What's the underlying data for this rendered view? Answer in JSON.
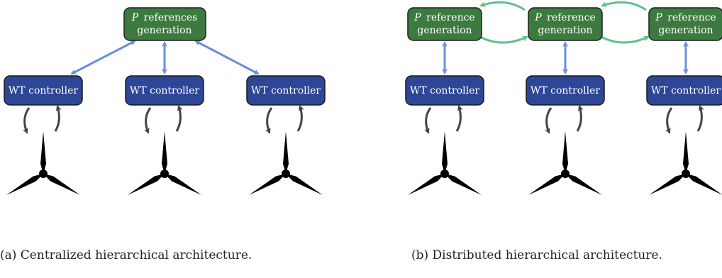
{
  "colors": {
    "gen_fill": "#3d7a3f",
    "ctrl_fill": "#2e4696",
    "comm_arrow": "#6a8fdb",
    "peer_arrow": "#5fbf8c",
    "feedback_arrow": "#444444",
    "turbine": "#000000"
  },
  "panel_a": {
    "caption": "(a) Centralized hierarchical architecture.",
    "generator": {
      "symbol": "P",
      "line1": "references",
      "line2": "generation"
    },
    "controllers": [
      "WT controller",
      "WT controller",
      "WT controller"
    ]
  },
  "panel_b": {
    "caption": "(b) Distributed hierarchical architecture.",
    "generators": [
      {
        "symbol": "P",
        "line1": "reference",
        "line2": "generation"
      },
      {
        "symbol": "P",
        "line1": "reference",
        "line2": "generation"
      },
      {
        "symbol": "P",
        "line1": "reference",
        "line2": "generation"
      }
    ],
    "controllers": [
      "WT controller",
      "WT controller",
      "WT controller"
    ]
  }
}
